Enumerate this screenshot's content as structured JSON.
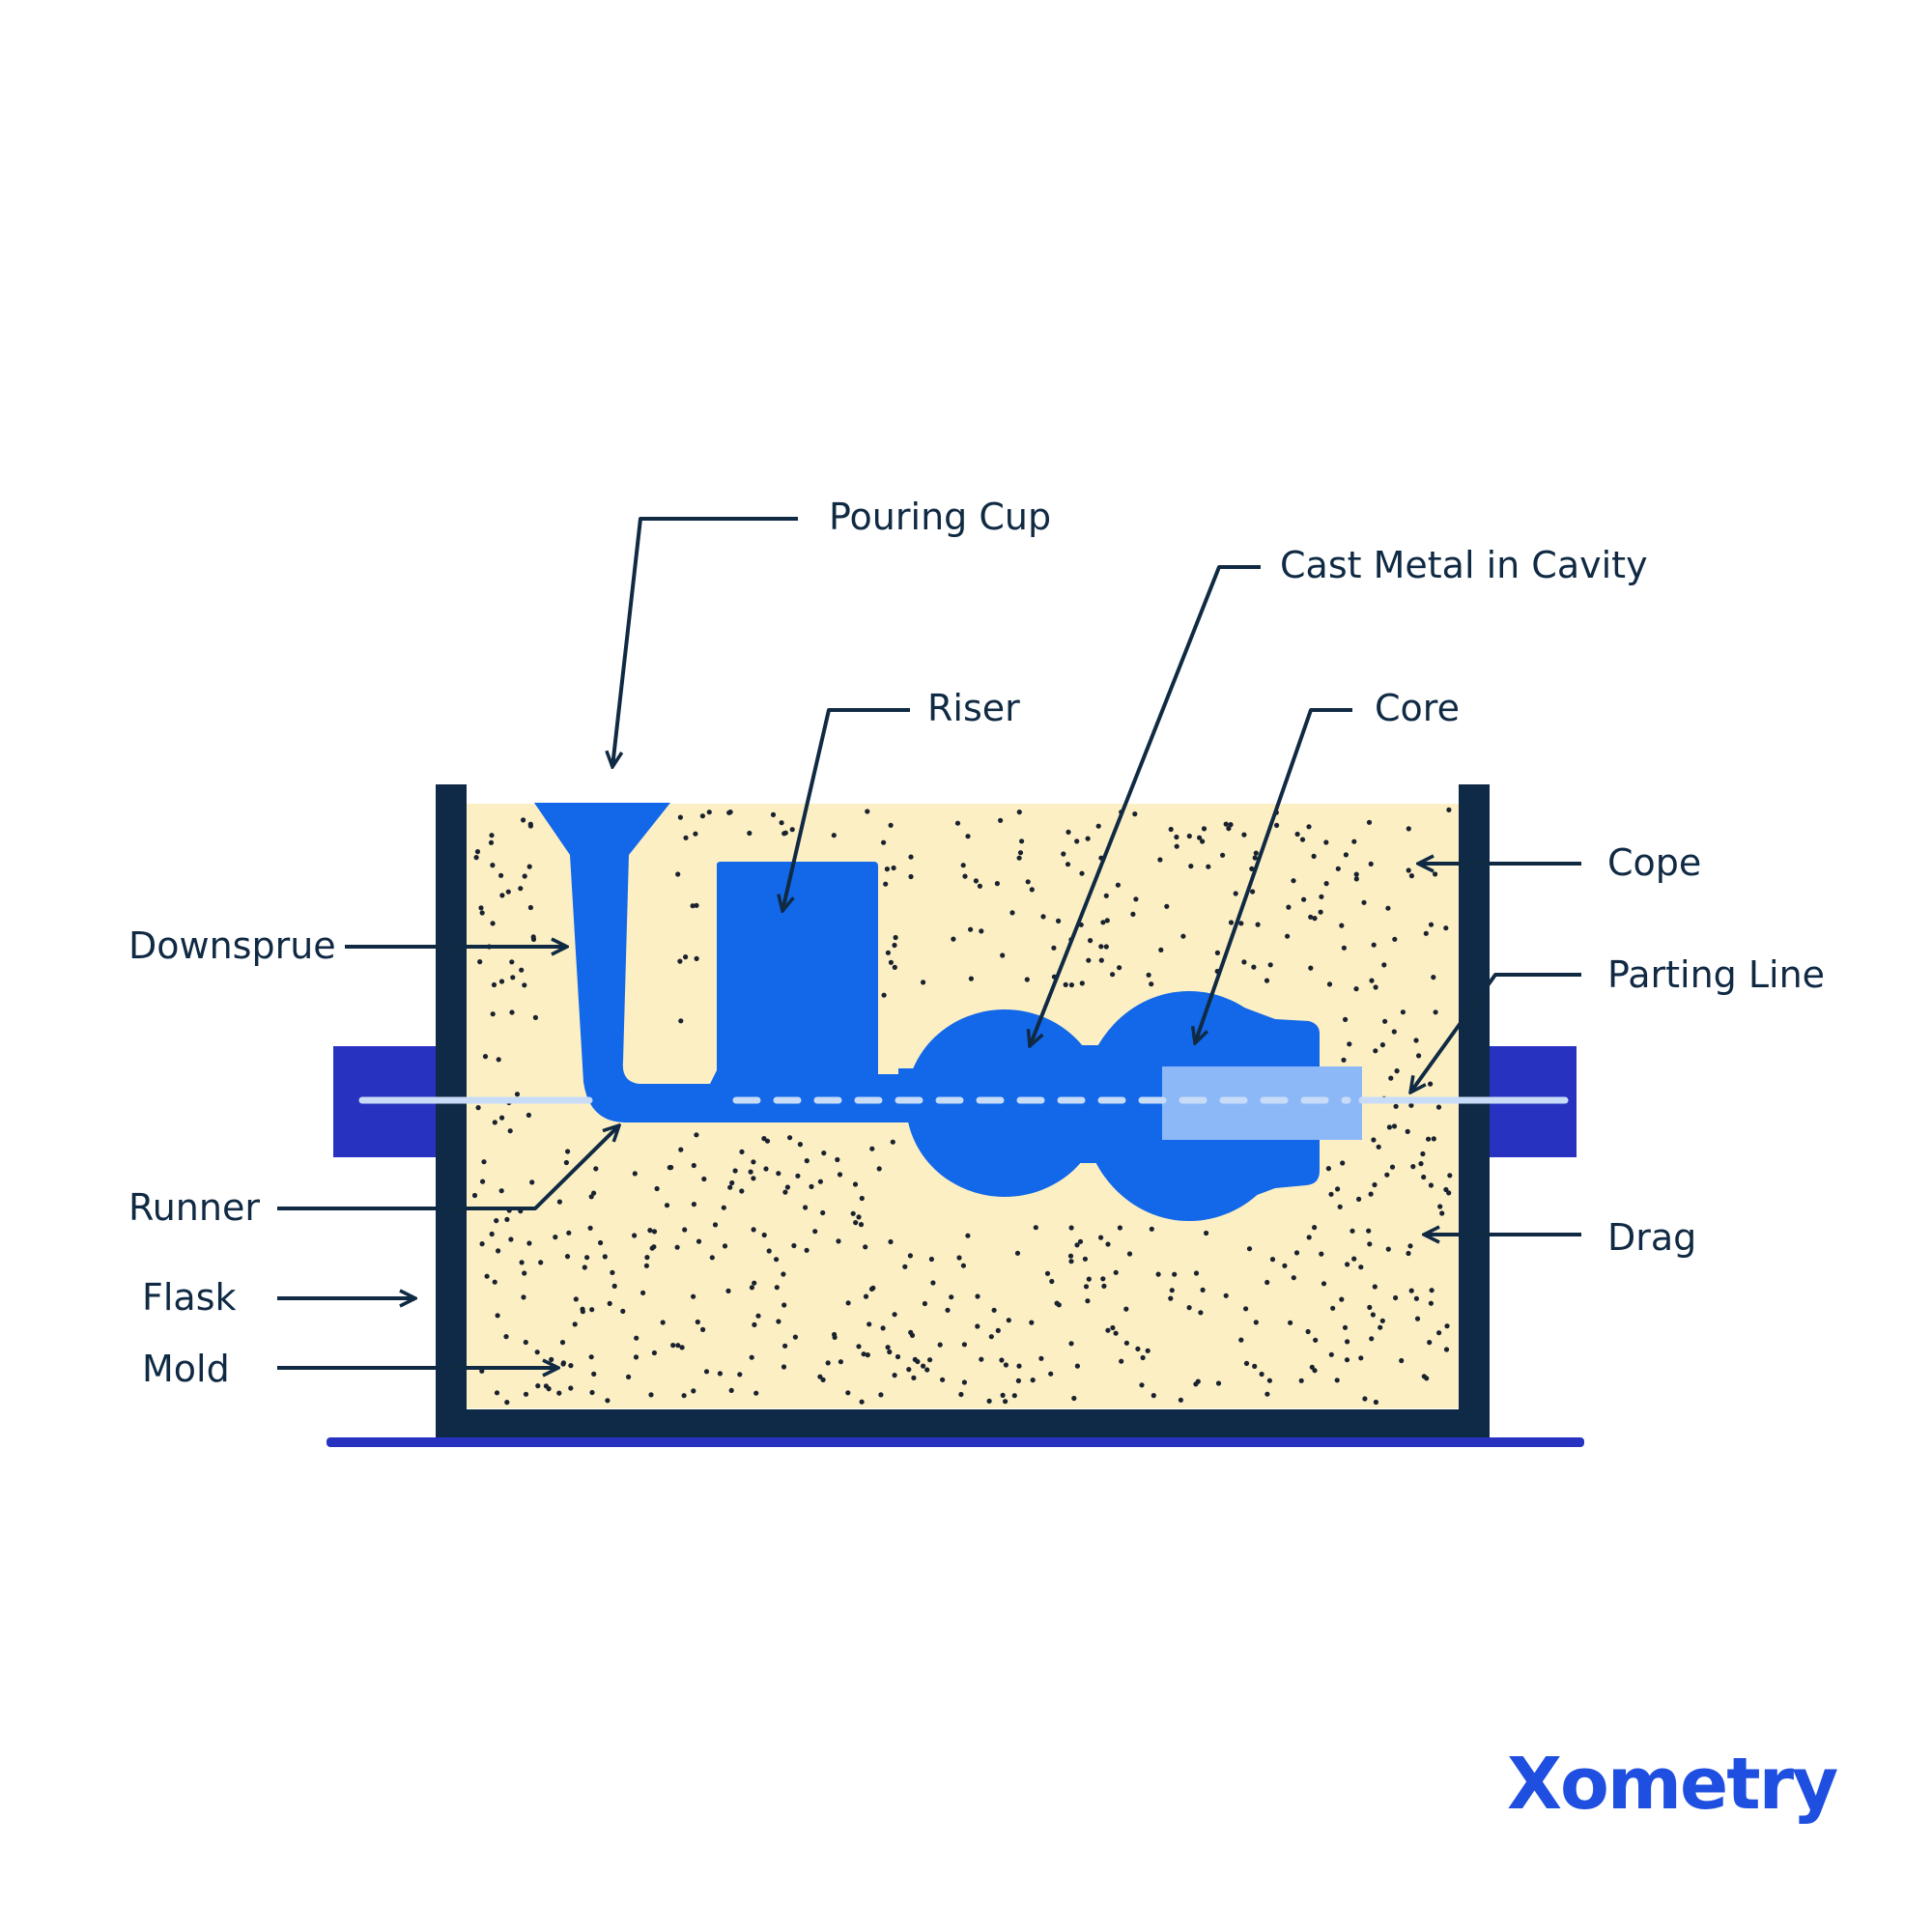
{
  "labels": {
    "pouring_cup": "Pouring Cup",
    "cast_metal": "Cast Metal in Cavity",
    "riser": "Riser",
    "core": "Core",
    "cope": "Cope",
    "parting_line": "Parting Line",
    "downsprue": "Downsprue",
    "runner": "Runner",
    "drag": "Drag",
    "flask": "Flask",
    "mold": "Mold"
  },
  "logo": {
    "text": "Xometry"
  },
  "colors": {
    "flask": "#0f2a47",
    "sand": "#fcefc4",
    "metal": "#1268e8",
    "core": "#8db8f8",
    "base": "#2733c0",
    "parting": "#c8dcf7",
    "line": "#102a44"
  }
}
